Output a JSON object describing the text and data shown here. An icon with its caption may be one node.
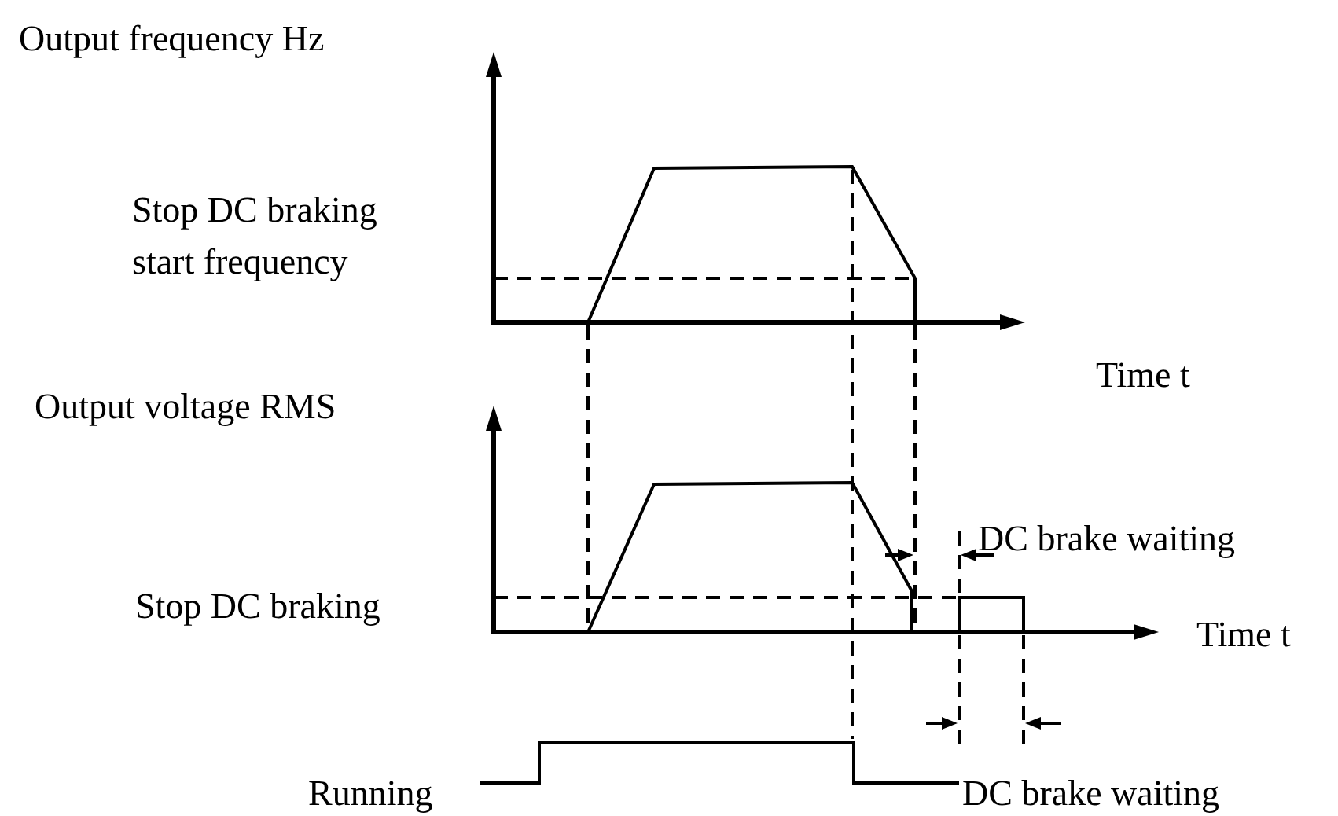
{
  "diagram": {
    "labels": [
      "Output frequency Hz",
      "Stop DC braking start frequency",
      "Time t",
      "Output voltage RMS",
      "DC brake waiting",
      "Stop DC braking",
      "Time t",
      "Running",
      "DC brake waiting"
    ]
  }
}
